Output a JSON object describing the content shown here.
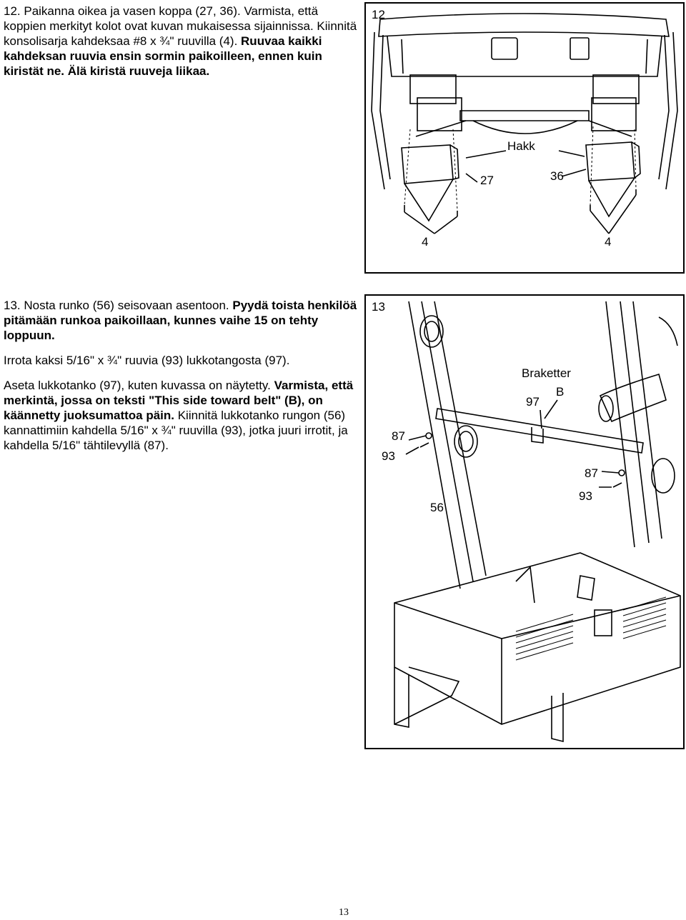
{
  "step12": {
    "line1": "12. Paikanna oikea ja vasen koppa (27, 36). Varmista, että koppien merkityt kolot ovat kuvan mukaisessa sijainnissa. Kiinnitä konsolisarja kahdeksaa #8 x ¾\" ruuvilla (4). ",
    "line1_bold": "Ruuvaa kaikki kahdeksan ruuvia ensin sormin paikoilleen, ennen kuin kiristät ne. Älä kiristä ruuveja liikaa."
  },
  "step13": {
    "p1": "13. Nosta runko (56) seisovaan asentoon. ",
    "p1_bold": "Pyydä toista henkilöä pitämään runkoa paikoillaan, kunnes vaihe 15 on tehty loppuun.",
    "p2": "Irrota kaksi 5/16\" x ¾\" ruuvia (93) lukkotangosta (97).",
    "p3": "Aseta lukkotanko (97), kuten kuvassa on näytetty. ",
    "p3_bold": "Varmista, että merkintä, jossa on teksti \"This side toward belt\" (B), on käännetty juoksumattoa päin.",
    "p3_tail": " Kiinnitä lukkotanko rungon (56) kannattimiin kahdella 5/16\" x ¾\" ruuvilla (93), jotka juuri irrotit, ja kahdella 5/16\" tähtilevyllä (87)."
  },
  "figure12": {
    "number": "12",
    "callouts": {
      "hakk": "Hakk",
      "left_cover": "27",
      "right_cover": "36",
      "screw_left": "4",
      "screw_right": "4"
    }
  },
  "figure13": {
    "number": "13",
    "callouts": {
      "braketter": "Braketter",
      "label_b": "B",
      "lock_bar": "97",
      "washer_left": "87",
      "screw_left": "93",
      "washer_right": "87",
      "screw_right": "93",
      "frame": "56"
    }
  },
  "page_number": "13"
}
